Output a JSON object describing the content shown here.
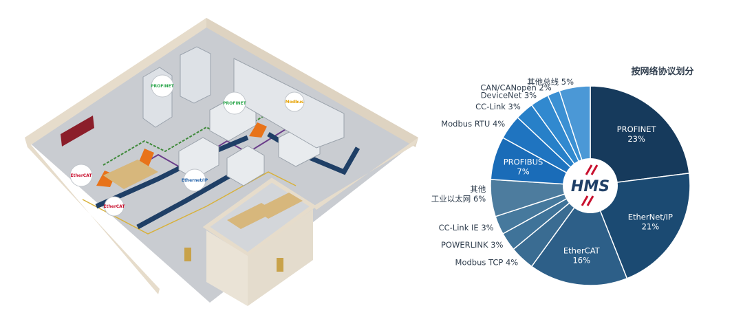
{
  "illustration": {
    "badges": [
      {
        "label": "EtherCAT",
        "color": "#c8102e"
      },
      {
        "label": "EtherCAT",
        "color": "#c8102e"
      },
      {
        "label": "Ethernet/IP",
        "color": "#1f5fa8"
      },
      {
        "label": "PROFINET",
        "color": "#2fa84f"
      },
      {
        "label": "PROFINET",
        "color": "#2fa84f"
      },
      {
        "label": "Modbus",
        "color": "#e6a100"
      }
    ],
    "colors": {
      "floor": "#c9ccd1",
      "wall": "#e6dccb",
      "wall_top": "#f2ede4",
      "conveyor": "#1f3f66",
      "robot": "#e8731a",
      "cable_green": "#3f8a3a",
      "cable_purple": "#6a3d8a",
      "cable_yellow": "#d8b13a"
    }
  },
  "chart_data": {
    "type": "pie",
    "title": "按网络协议划分",
    "center_logo": "HMS",
    "slices": [
      {
        "name": "PROFINET",
        "value": 23,
        "label": "PROFINET",
        "pct": "23%",
        "color": "#163a5c",
        "label_pos": "inside"
      },
      {
        "name": "EtherNet/IP",
        "value": 21,
        "label": "EtherNet/IP",
        "pct": "21%",
        "color": "#1b4a72",
        "label_pos": "inside"
      },
      {
        "name": "EtherCAT",
        "value": 16,
        "label": "EtherCAT",
        "pct": "16%",
        "color": "#2d5f88",
        "label_pos": "inside"
      },
      {
        "name": "Modbus TCP",
        "value": 4,
        "label": "Modbus TCP 4%",
        "color": "#3a6c92",
        "label_pos": "outside"
      },
      {
        "name": "POWERLINK",
        "value": 3,
        "label": "POWERLINK 3%",
        "color": "#3f7399",
        "label_pos": "outside"
      },
      {
        "name": "CC-Link IE",
        "value": 3,
        "label": "CC-Link IE 3%",
        "color": "#46799d",
        "label_pos": "outside"
      },
      {
        "name": "其他工业以太网",
        "value": 6,
        "label_lines": [
          "其他",
          "工业以太网 6%"
        ],
        "color": "#4d7c9e",
        "label_pos": "outside"
      },
      {
        "name": "PROFIBUS",
        "value": 7,
        "label": "PROFIBUS",
        "pct": "7%",
        "color": "#1a6cb8",
        "label_pos": "inside"
      },
      {
        "name": "Modbus RTU",
        "value": 4,
        "label": "Modbus RTU 4%",
        "color": "#1f74c0",
        "label_pos": "outside"
      },
      {
        "name": "CC-Link",
        "value": 3,
        "label": "CC-Link 3%",
        "color": "#2780c8",
        "label_pos": "outside"
      },
      {
        "name": "DeviceNet",
        "value": 3,
        "label": "DeviceNet 3%",
        "color": "#3189cf",
        "label_pos": "outside"
      },
      {
        "name": "CAN/CANopen",
        "value": 2,
        "label": "CAN/CANopen 2%",
        "color": "#3b90d3",
        "label_pos": "outside"
      },
      {
        "name": "其他总线",
        "value": 5,
        "label": "其他总线 5%",
        "color": "#4b98d6",
        "label_pos": "outside"
      }
    ]
  }
}
